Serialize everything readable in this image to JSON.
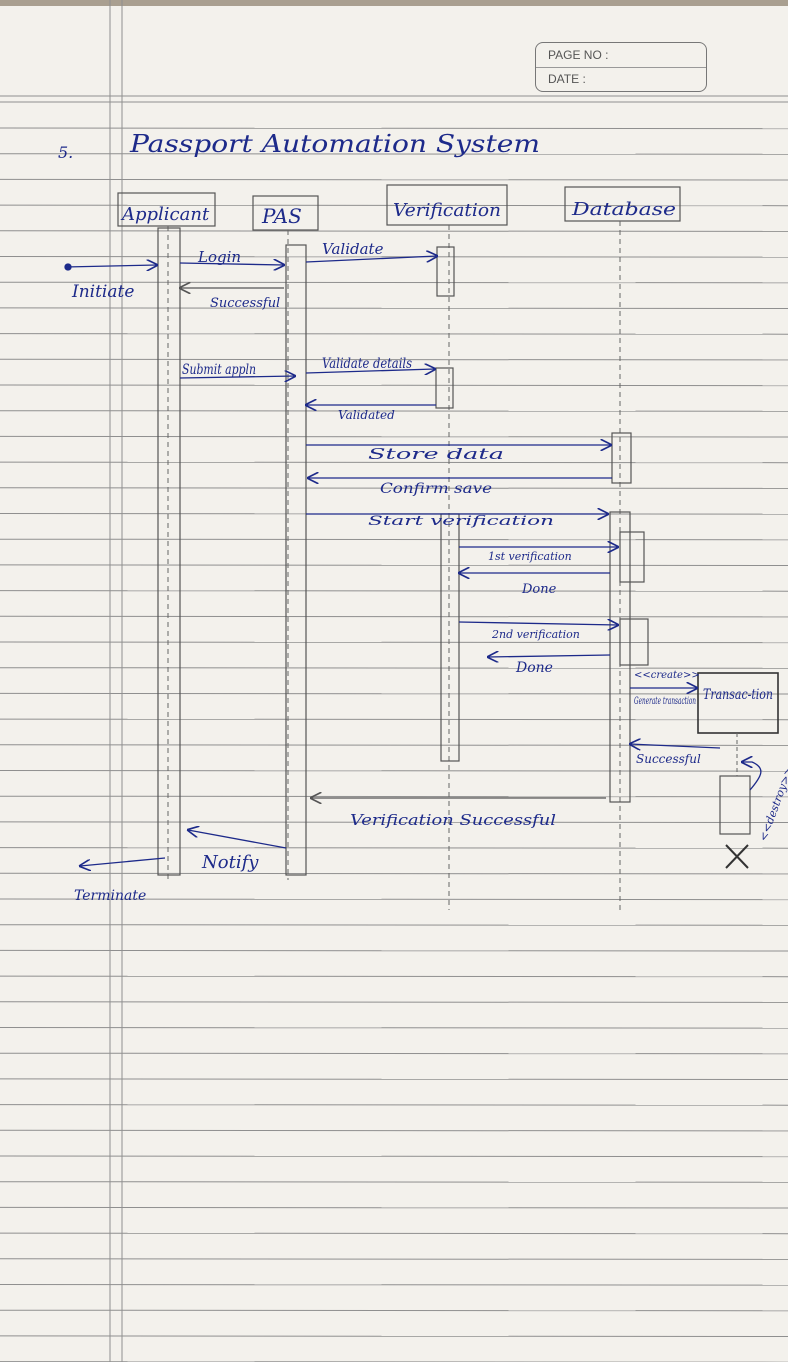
{
  "page_header": {
    "page_no_label": "PAGE NO :",
    "date_label": "DATE :"
  },
  "title": {
    "number": "5.",
    "text": "Passport Automation System"
  },
  "lifelines": [
    {
      "id": "applicant",
      "label": "Applicant"
    },
    {
      "id": "pas",
      "label": "PAS"
    },
    {
      "id": "verification",
      "label": "Verification"
    },
    {
      "id": "database",
      "label": "Database"
    }
  ],
  "messages": [
    {
      "id": "initiate",
      "label": "Initiate"
    },
    {
      "id": "login",
      "label": "Login"
    },
    {
      "id": "validate",
      "label": "Validate"
    },
    {
      "id": "successful-1",
      "label": "Successful"
    },
    {
      "id": "submit-appln",
      "label": "Submit appln"
    },
    {
      "id": "validate-details",
      "label": "Validate details"
    },
    {
      "id": "validated",
      "label": "Validated"
    },
    {
      "id": "store-data",
      "label": "Store data"
    },
    {
      "id": "confirm-save",
      "label": "Confirm save"
    },
    {
      "id": "start-verification",
      "label": "Start verification"
    },
    {
      "id": "first-verification",
      "label": "1st verification"
    },
    {
      "id": "done-1",
      "label": "Done"
    },
    {
      "id": "second-verification",
      "label": "2nd verification"
    },
    {
      "id": "done-2",
      "label": "Done"
    },
    {
      "id": "create",
      "label": "<<create>>"
    },
    {
      "id": "generate-transaction",
      "label": "Generate transaction"
    },
    {
      "id": "successful-2",
      "label": "Successful"
    },
    {
      "id": "destroy",
      "label": "<<destroy>>"
    },
    {
      "id": "verification-successful",
      "label": "Verification Successful"
    },
    {
      "id": "notify",
      "label": "Notify"
    },
    {
      "id": "terminate",
      "label": "Terminate"
    }
  ],
  "transaction_box": {
    "label": "Transac-tion"
  },
  "colors": {
    "ink": "#1d2a8a",
    "pencil": "#555555",
    "rule": "#8f8f8f",
    "paper": "#f3f1ec"
  }
}
